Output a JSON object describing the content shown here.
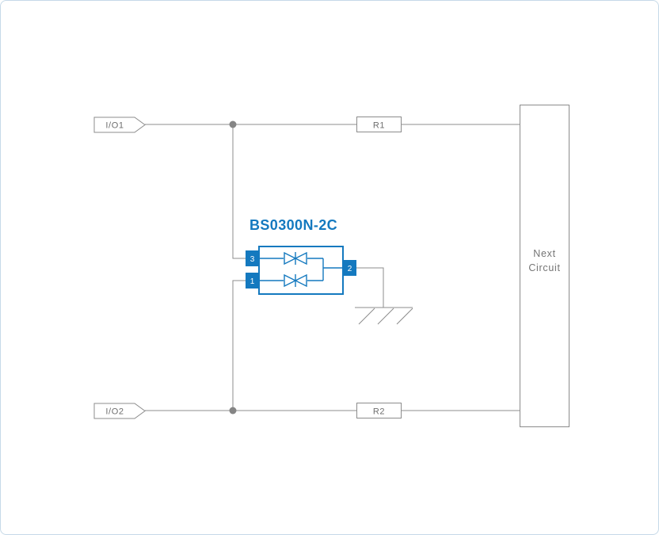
{
  "diagram": {
    "part_label": "BS0300N-2C",
    "io_tags": {
      "io1": "I/O1",
      "io2": "I/O2"
    },
    "resistors": {
      "r1": "R1",
      "r2": "R2"
    },
    "next_circuit": {
      "line1": "Next",
      "line2": "Circuit"
    },
    "pins": {
      "pin1": "1",
      "pin2": "2",
      "pin3": "3"
    },
    "colors": {
      "accent_blue": "#1479BF",
      "wire_gray": "#8C8C8C",
      "label_gray": "#6E6E6E",
      "canvas_border": "#C6D9E8"
    }
  }
}
